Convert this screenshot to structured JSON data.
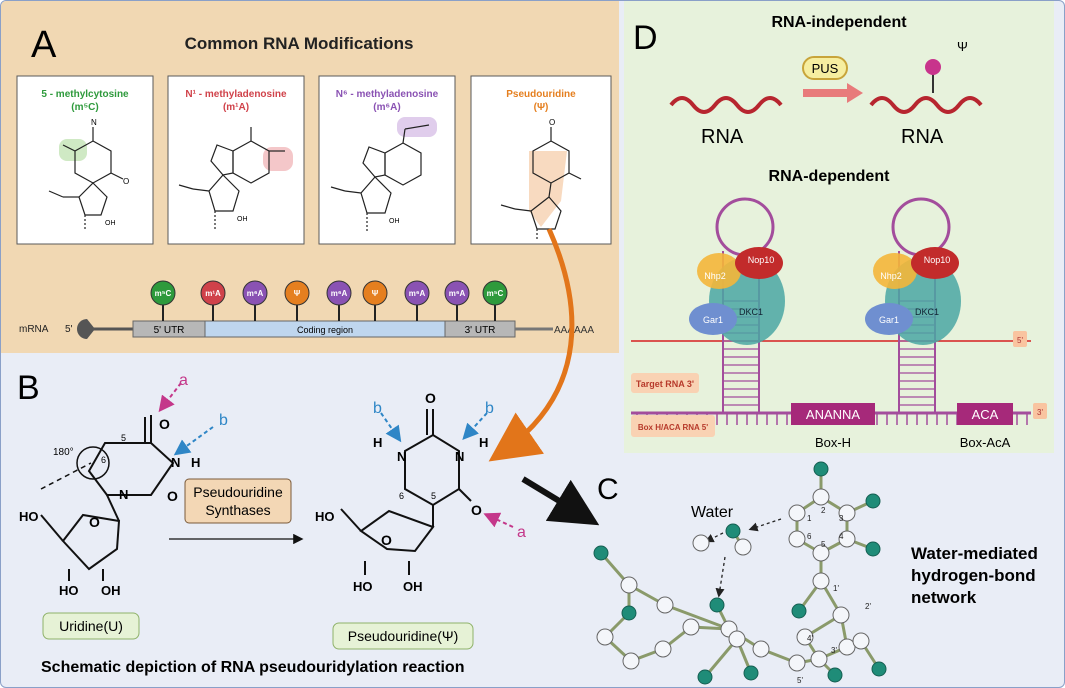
{
  "panel_a": {
    "letter": "A",
    "title": "Common RNA Modifications",
    "mods": [
      {
        "name": "5 - methylcytosine",
        "abbr": "(m⁵C)",
        "color": "#2e9a3c"
      },
      {
        "name": "N¹ - methyladenosine",
        "abbr": "(m¹A)",
        "color": "#d0424a"
      },
      {
        "name": "N⁶ - methyladenosine",
        "abbr": "(m⁶A)",
        "color": "#8a52b3"
      },
      {
        "name": "Pseudouridine",
        "abbr": "(Ψ)",
        "color": "#e57f1f"
      }
    ],
    "mrna": {
      "label": "mRNA",
      "five_prime": "5'",
      "utr5": "5' UTR",
      "coding": "Coding region",
      "utr3": "3' UTR",
      "tail": "AAAAAA",
      "pins": [
        {
          "label": "m⁵C",
          "color": "#2e9a3c"
        },
        {
          "label": "m¹A",
          "color": "#d0424a"
        },
        {
          "label": "m⁶A",
          "color": "#8a52b3"
        },
        {
          "label": "Ψ",
          "color": "#e57f1f"
        },
        {
          "label": "m⁶A",
          "color": "#8a52b3"
        },
        {
          "label": "Ψ",
          "color": "#e57f1f"
        },
        {
          "label": "m⁶A",
          "color": "#8a52b3"
        },
        {
          "label": "m⁶A",
          "color": "#8a52b3"
        },
        {
          "label": "m⁵C",
          "color": "#2e9a3c"
        }
      ]
    }
  },
  "panel_b": {
    "letter": "B",
    "enzyme_line1": "Pseudouridine",
    "enzyme_line2": "Synthases",
    "uridine_label": "Uridine(U)",
    "pseudo_label": "Pseudouridine(Ψ)",
    "caption": "Schematic depiction of RNA pseudouridylation reaction",
    "angle": "180°",
    "arrow_a": "a",
    "arrow_b": "b"
  },
  "panel_c": {
    "letter": "C",
    "water": "Water",
    "network_line1": "Water-mediated",
    "network_line2": "hydrogen-bond",
    "network_line3": "network"
  },
  "panel_d": {
    "letter": "D",
    "independent_title": "RNA-independent",
    "enzyme": "PUS",
    "rna_left": "RNA",
    "rna_right": "RNA",
    "psi": "Ψ",
    "dependent_title": "RNA-dependent",
    "proteins": [
      "Nop10",
      "Nhp2",
      "DKC1",
      "Gar1"
    ],
    "target_label": "Target RNA 3'",
    "boxaca_label": "Box H/ACA RNA 5'",
    "five": "5'",
    "three": "3'",
    "box_h_seq": "ANANNA",
    "box_aca_seq": "ACA",
    "box_h_name": "Box-H",
    "box_aca_name": "Box-AcA"
  },
  "colors": {
    "panel_a_bg": "#f1d8b3",
    "panel_b_bg": "#e9edf6",
    "panel_d_bg": "#e7f2dc",
    "rna_red": "#c0282e",
    "magenta": "#9b2a8a",
    "teal": "#1f8c78",
    "orange": "#e57f1f"
  }
}
